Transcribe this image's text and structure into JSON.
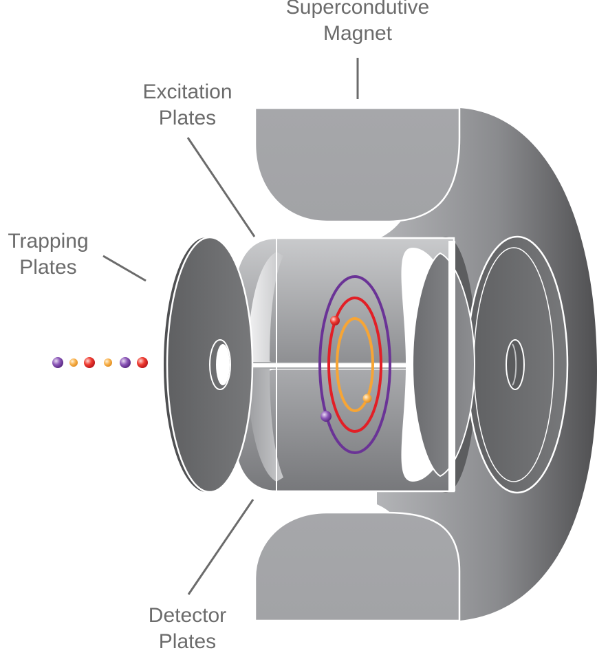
{
  "labels": {
    "magnet": {
      "line1": "Supercondutive",
      "line2": "Magnet"
    },
    "excitation": {
      "line1": "Excitation",
      "line2": "Plates"
    },
    "trapping": {
      "line1": "Trapping",
      "line2": "Plates"
    },
    "detector": {
      "line1": "Detector",
      "line2": "Plates"
    }
  },
  "colors": {
    "magnet_dark": "#5a5a5c",
    "magnet_light": "#a9aaad",
    "plate_dark": "#666668",
    "cylinder_light": "#e4e5e6",
    "outline": "#ffffff",
    "leader_line": "#6b6b6b",
    "ion_purple": "#6a3396",
    "ion_red": "#e21f26",
    "ion_orange": "#f7a535"
  },
  "ion_beam": [
    "purple",
    "orange",
    "red",
    "orange",
    "purple",
    "red"
  ],
  "orbits": [
    "purple",
    "red",
    "orange"
  ]
}
